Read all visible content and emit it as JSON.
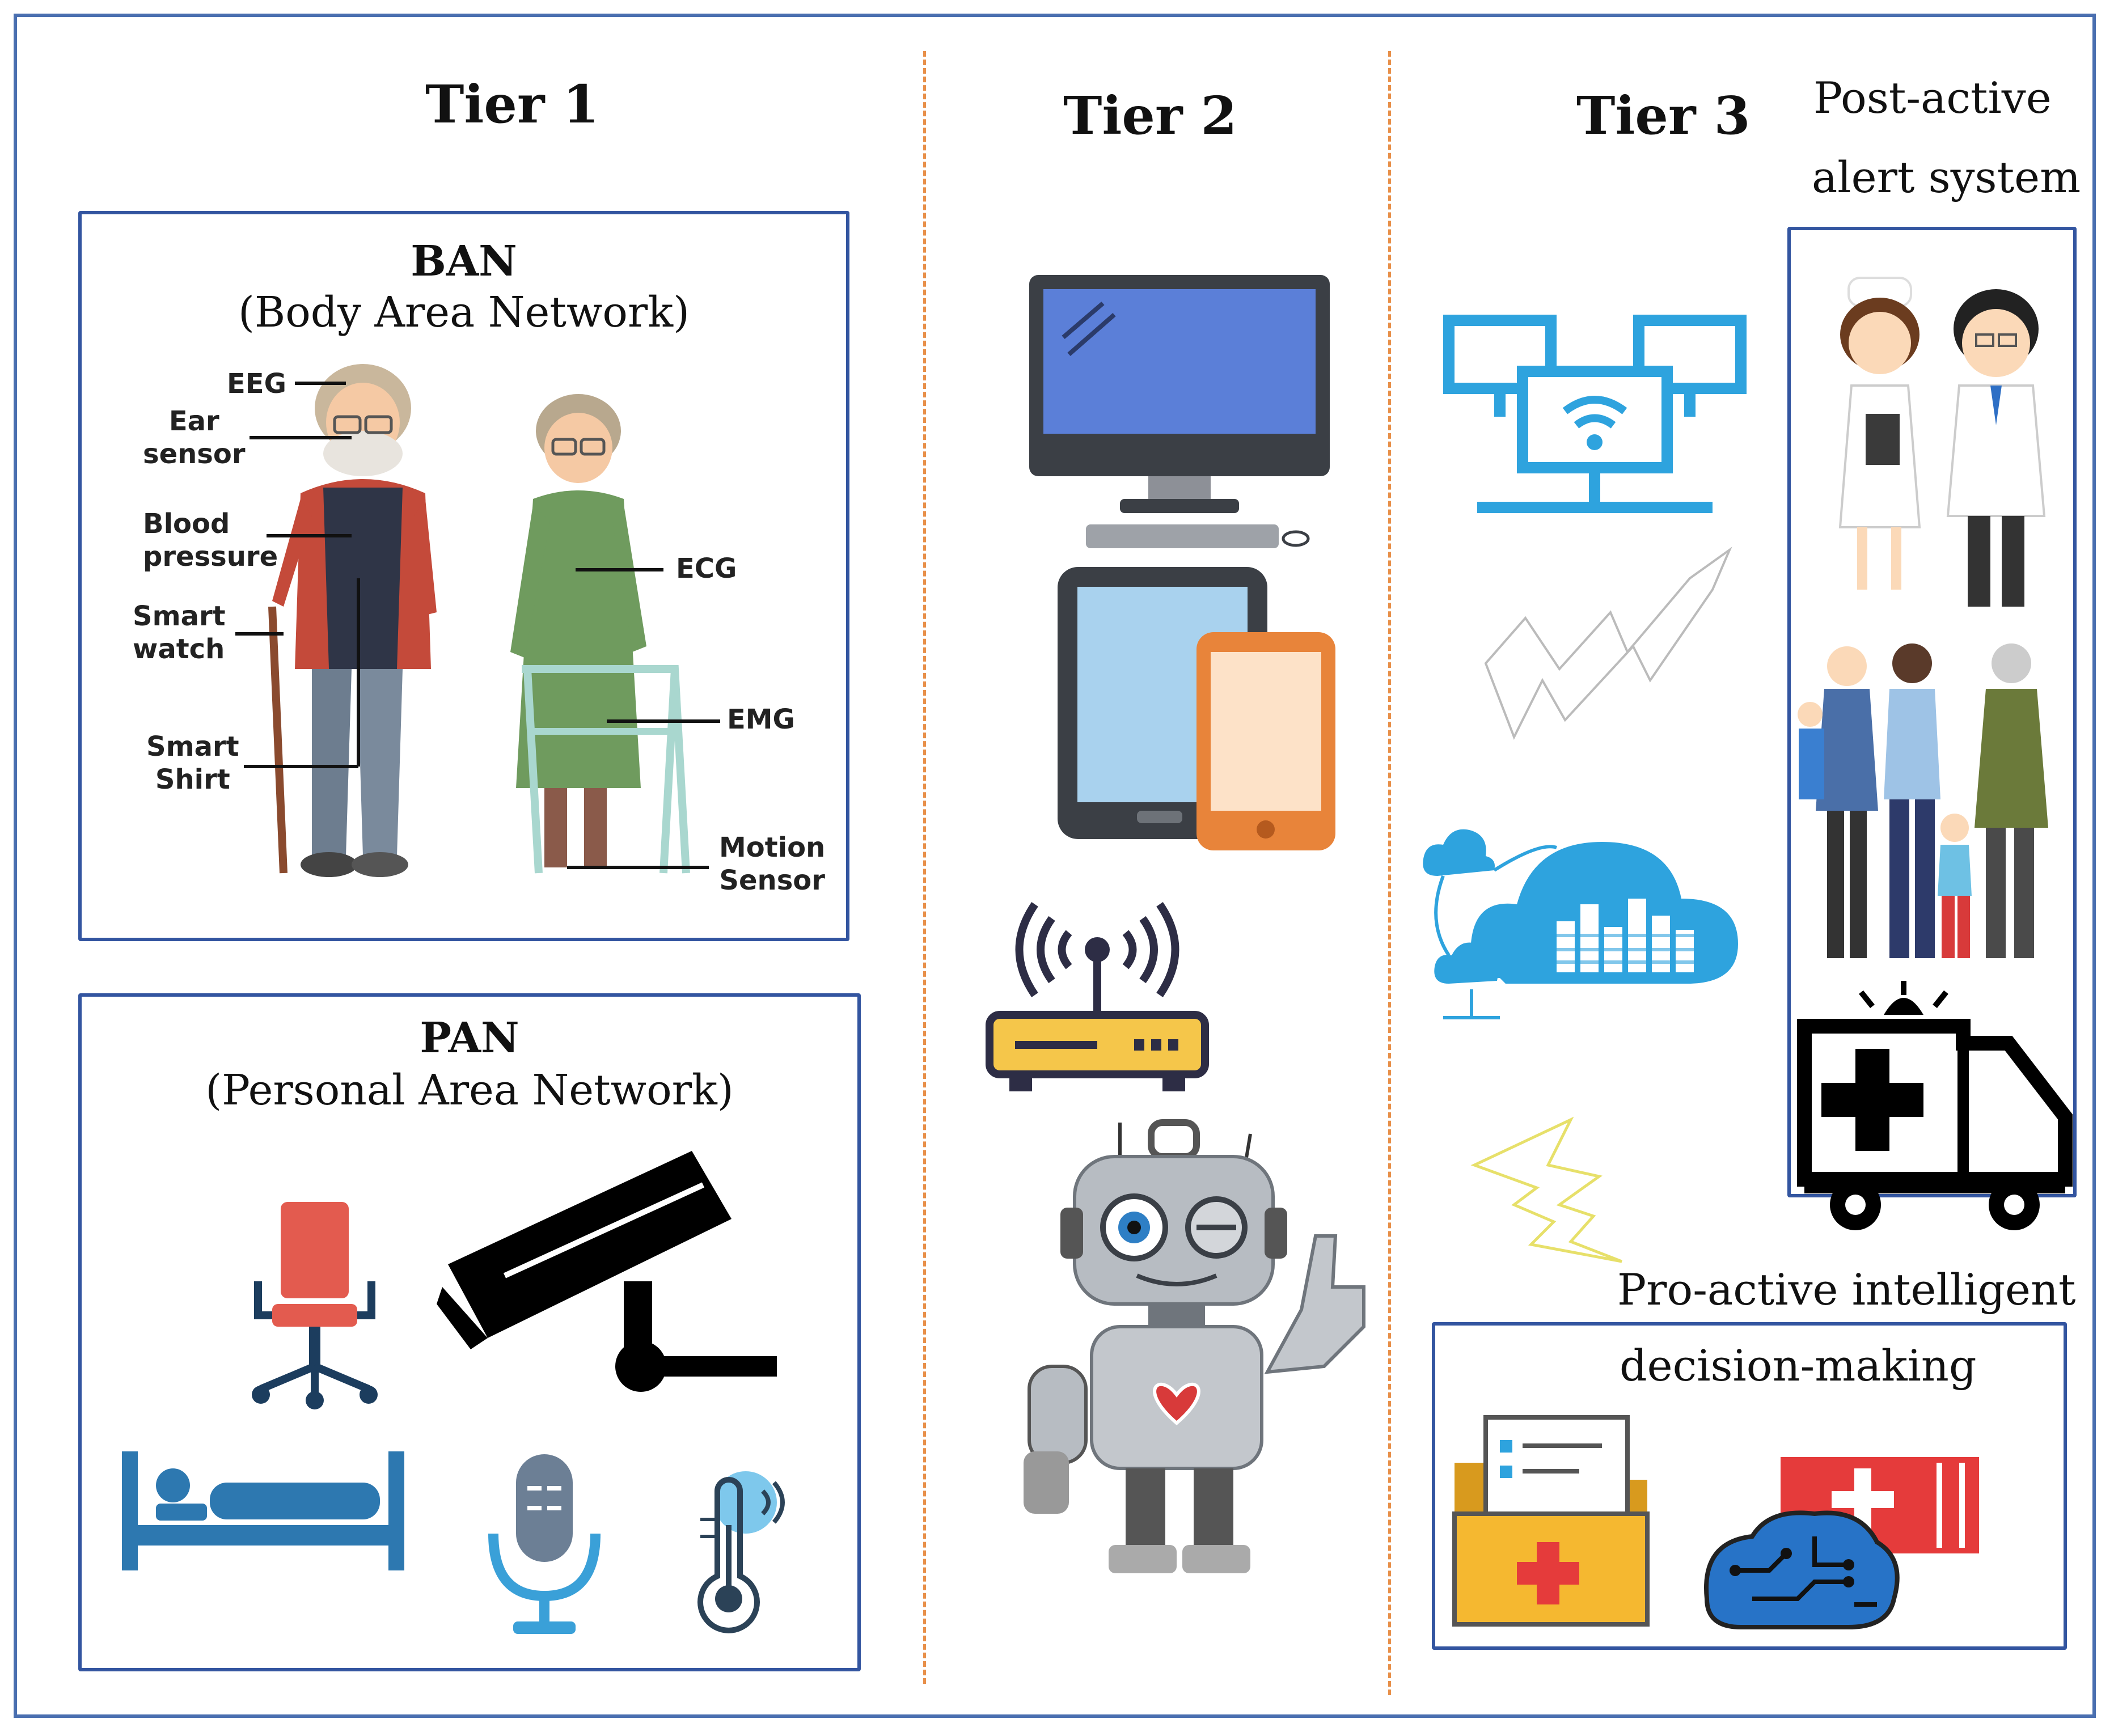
{
  "tiers": {
    "tier1": "Tier 1",
    "tier2": "Tier 2",
    "tier3": "Tier 3"
  },
  "ban": {
    "title": "BAN",
    "subtitle": "(Body Area Network)",
    "sensors": {
      "eeg": "EEG",
      "ear": "Ear\nsensor",
      "blood": "Blood\npressure",
      "watch": "Smart\nwatch",
      "shirt": "Smart\nShirt",
      "ecg": "ECG",
      "emg": "EMG",
      "motion": "Motion\nSensor"
    }
  },
  "pan": {
    "title": "PAN",
    "subtitle": "(Personal Area Network)"
  },
  "tier3": {
    "post_active_line1": "Post-active",
    "post_active_line2": "alert system",
    "proactive_line1": "Pro-active  intelligent",
    "proactive_line2": "decision-making"
  },
  "icons": [
    "elderly-man-icon",
    "elderly-woman-icon",
    "office-chair-icon",
    "security-camera-icon",
    "bed-icon",
    "microphone-icon",
    "thermometer-icon",
    "desktop-computer-icon",
    "tablet-phone-icon",
    "wifi-router-icon",
    "robot-icon",
    "network-monitors-icon",
    "lightning-icon",
    "cloud-data-icon",
    "nurse-doctor-icon",
    "family-icon",
    "ambulance-icon",
    "medical-folder-icon",
    "ai-brain-icon"
  ],
  "colors": {
    "frame": "#4a6fb0",
    "box_border": "#3355a0",
    "divider": "#e8904a"
  }
}
